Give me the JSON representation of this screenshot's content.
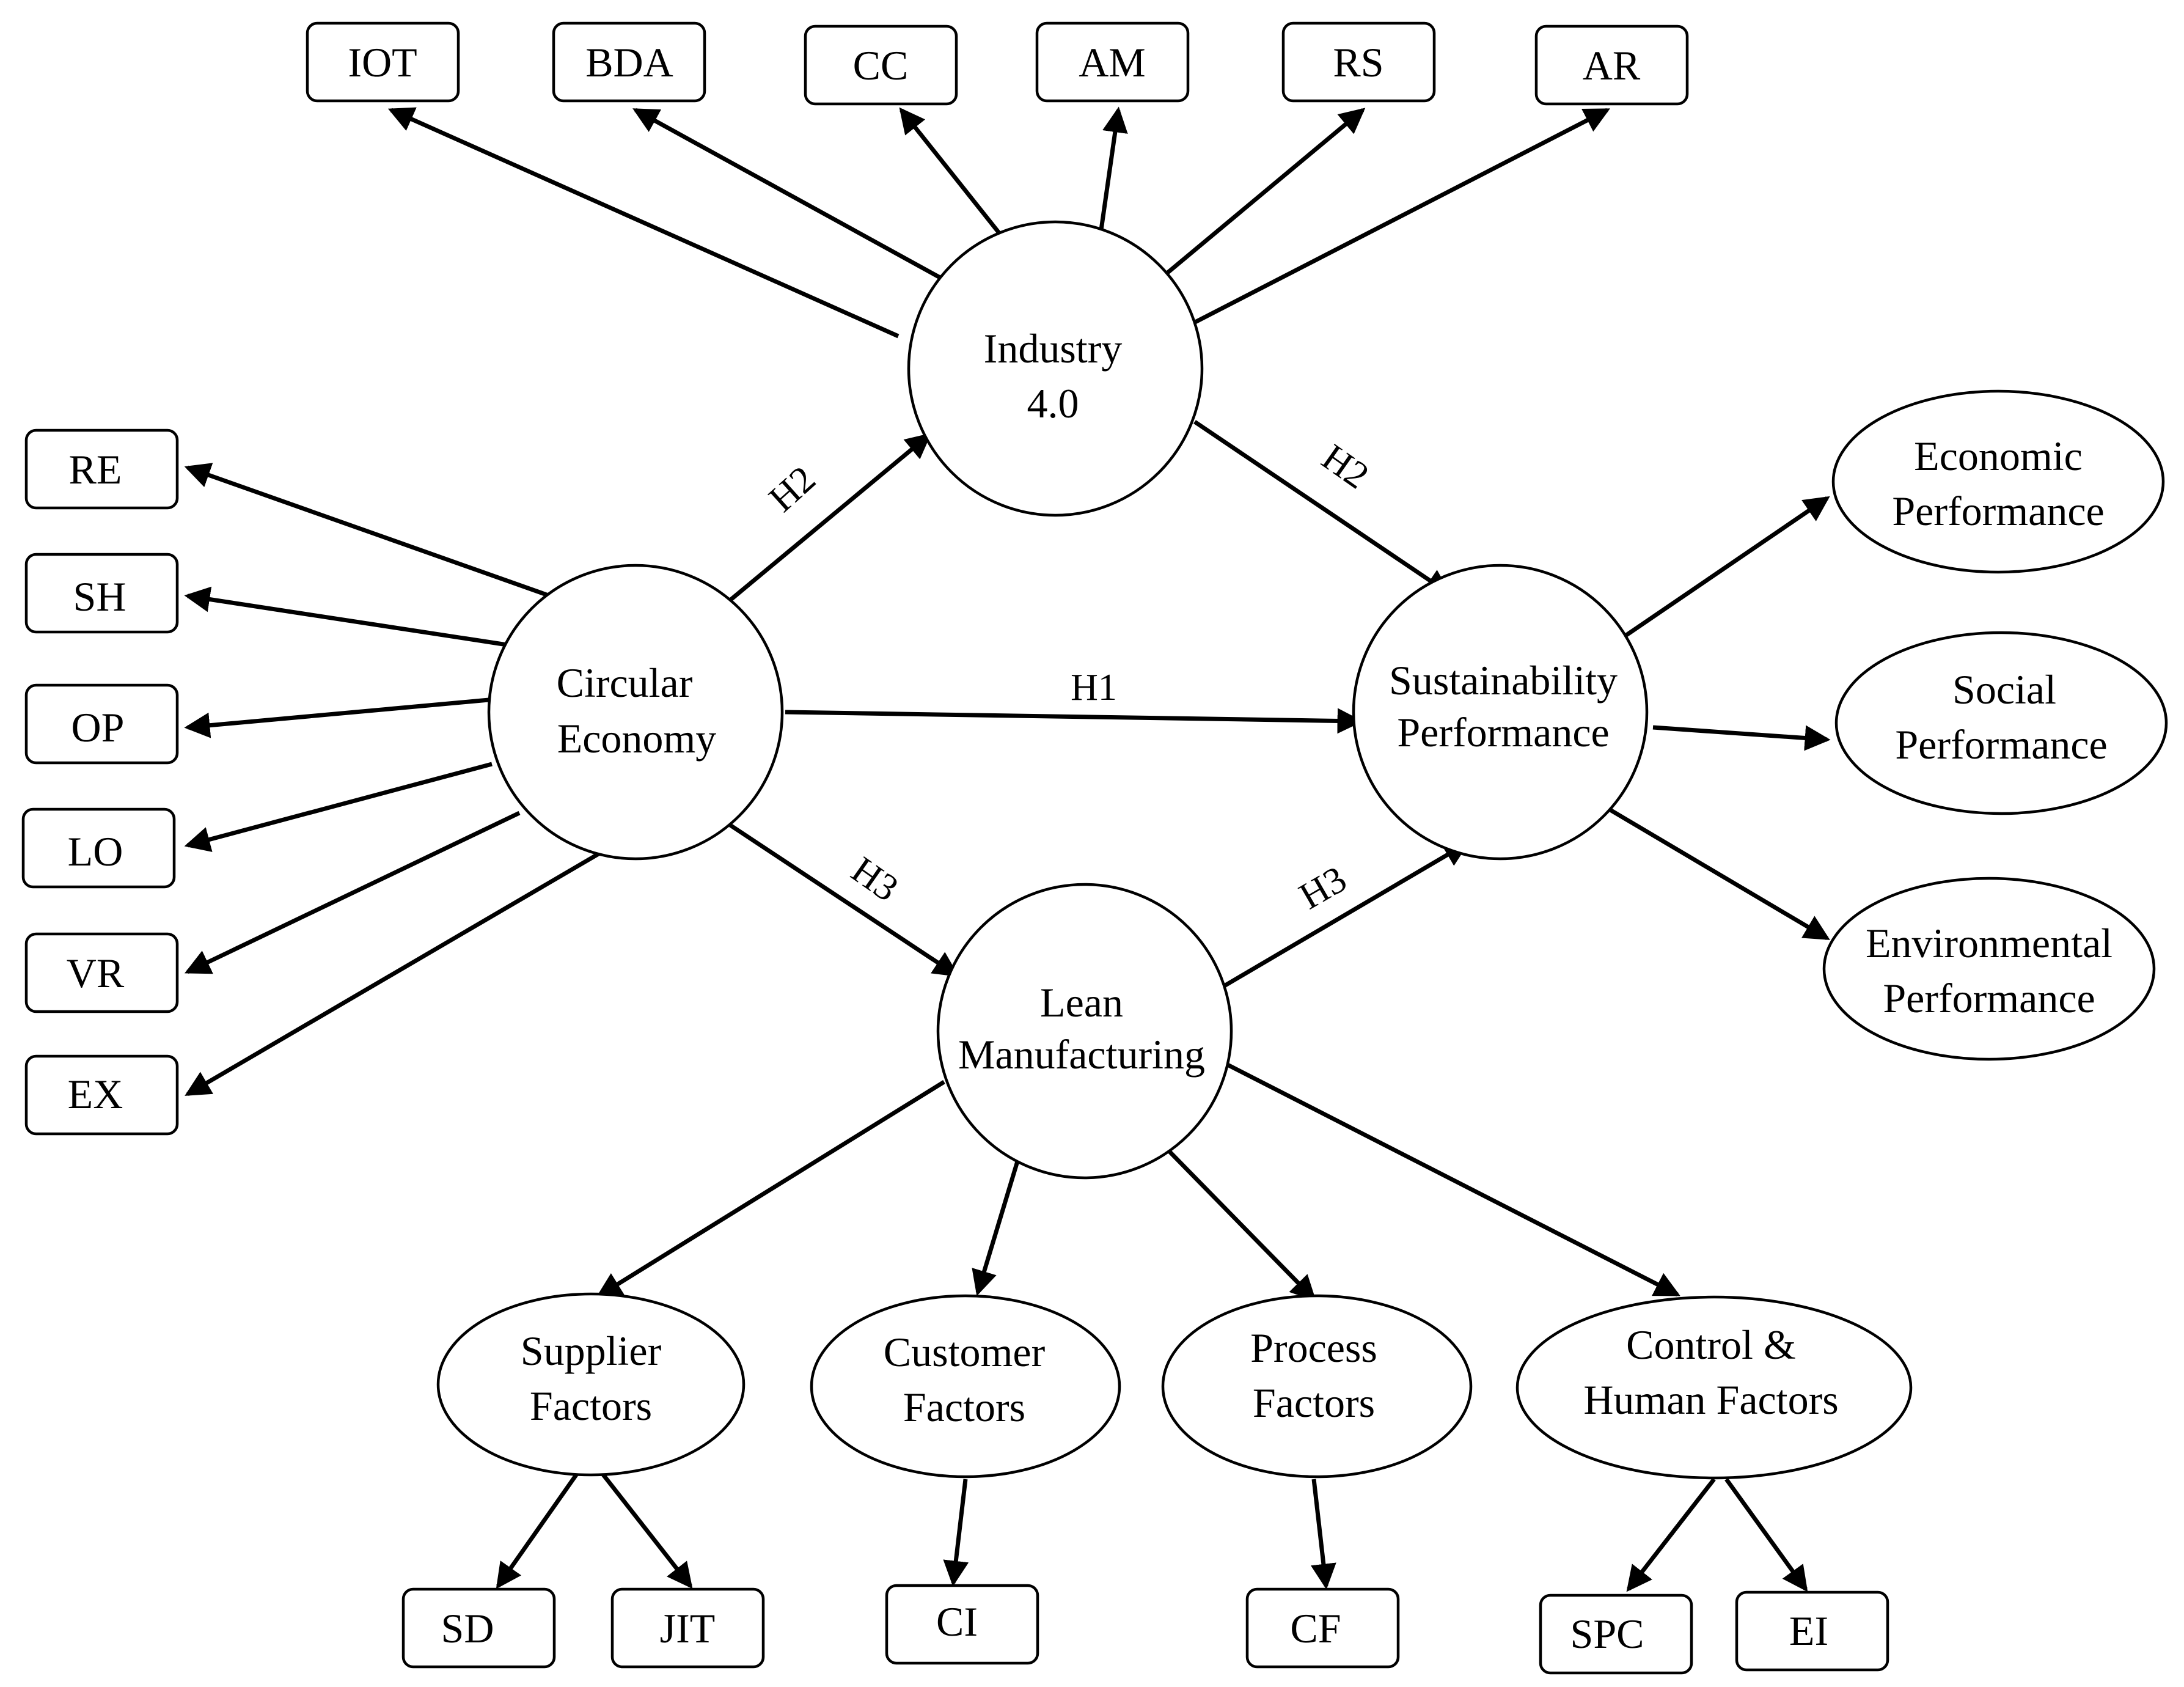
{
  "colors": {
    "stroke": "#000000",
    "background": "#ffffff"
  },
  "nodes": {
    "industry": {
      "line1": "Industry",
      "line2": "4.0"
    },
    "circular": {
      "line1": "Circular",
      "line2": "Economy"
    },
    "sustain": {
      "line1": "Sustainability",
      "line2": "Performance"
    },
    "lean": {
      "line1": "Lean",
      "line2": "Manufacturing"
    },
    "economic": {
      "line1": "Economic",
      "line2": "Performance"
    },
    "social": {
      "line1": "Social",
      "line2": "Performance"
    },
    "environmental": {
      "line1": "Environmental",
      "line2": "Performance"
    },
    "supplier": {
      "line1": "Supplier",
      "line2": "Factors"
    },
    "customer": {
      "line1": "Customer",
      "line2": "Factors"
    },
    "process": {
      "line1": "Process",
      "line2": "Factors"
    },
    "control": {
      "line1": "Control &",
      "line2": "Human Factors"
    }
  },
  "boxes": {
    "iot": "IOT",
    "bda": "BDA",
    "cc": "CC",
    "am": "AM",
    "rs": "RS",
    "ar": "AR",
    "re": "RE",
    "sh": "SH",
    "op": "OP",
    "lo": "LO",
    "vr": "VR",
    "ex": "EX",
    "sd": "SD",
    "jit": "JIT",
    "ci": "CI",
    "cf": "CF",
    "spc": "SPC",
    "ei": "EI"
  },
  "hypotheses": {
    "h1": "H1",
    "h2_ce_i4": "H2",
    "h2_i4_sp": "H2",
    "h3_ce_lm": "H3",
    "h3_lm_sp": "H3"
  }
}
